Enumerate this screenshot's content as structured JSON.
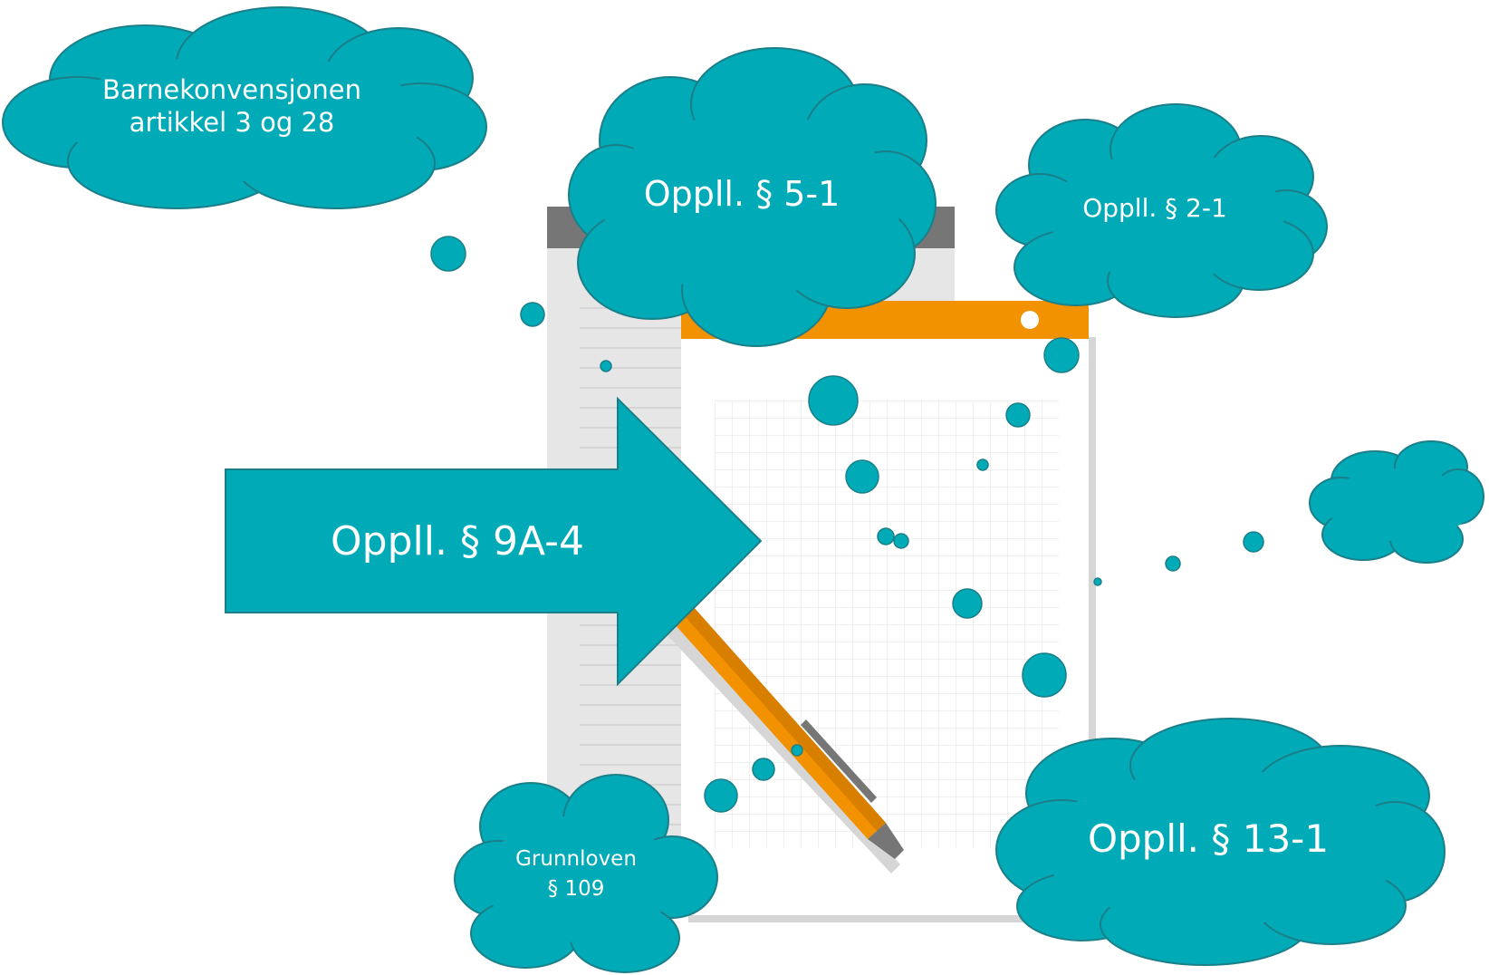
{
  "colors": {
    "teal": "#00aab7",
    "orange": "#f39200",
    "paper": "#ffffff",
    "paper_shadow": "#d6d6d6",
    "grid": "#e6e6e6",
    "back_page": "#e6e6e6",
    "header_gray": "#767676"
  },
  "clouds": {
    "barnekonvensjonen": {
      "line1": "Barnekonvensjonen",
      "line2": "artikkel 3 og 28"
    },
    "oppll_5_1": {
      "label": "Oppll. § 5-1"
    },
    "oppll_2_1": {
      "label": "Oppll. § 2-1"
    },
    "grunnloven": {
      "line1": "Grunnloven",
      "line2": "§ 109"
    },
    "oppll_13_1": {
      "label": "Oppll. § 13-1"
    },
    "empty_cloud": {
      "label": ""
    }
  },
  "arrow": {
    "label": "Oppll. § 9A-4"
  },
  "icons": {
    "notepad": "notepad-icon",
    "pen": "pen-icon"
  }
}
